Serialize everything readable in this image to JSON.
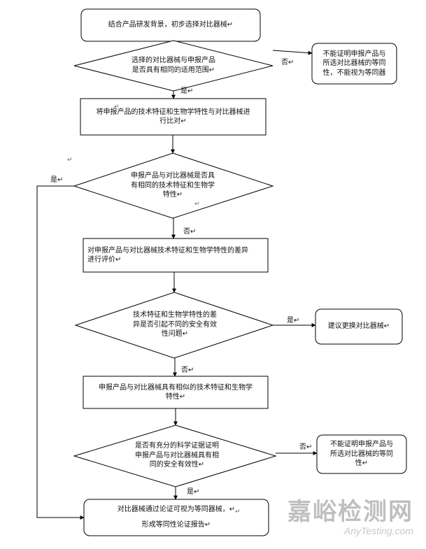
{
  "flowchart": {
    "start": "结合产品研发背景，初步选择对比器械↵",
    "d1": "选择的对比器械与申报产品\n是否具有相同的适用范围↵",
    "d1_no_result": "不能证明申报产品与\n所选对比器械的等同\n性，不能视为等同器",
    "compare": "将申报产品的技术特征和生物学特性与对比器械进\n行比对↵",
    "d2": "申报产品与对比器械是否具\n有相同的技术特征和生物学\n特性↵",
    "evaluate": "对申报产品与对比器械技术特征和生物学特性的差异\n进行评价↵",
    "d3": "技术特征和生物学特性的差\n异是否引起不同的安全有效\n性问题↵",
    "d3_yes_result": "建议更换对比器械↵",
    "similar": "申报产品与对比器械具有相似的技术特征和生物学\n特性↵",
    "d4": "是否有充分的科学证据证明\n申报产品与对比器械具有相\n同的安全有效性↵",
    "d4_no_result": "不能证明申报产品与\n所选对比器械的等同\n性↵",
    "end_line1": "对比器械通过论证可视为等同器械，↵",
    "end_line2": "形成等同性论证报告↵"
  },
  "edge_labels": {
    "d1_no": "否↵",
    "d1_yes": "是↵",
    "d2_yes": "是↵",
    "d2_no": "否↵",
    "d3_yes": "是↵",
    "d3_no": "否↵",
    "d4_no": "否↵",
    "d4_yes": "是↵"
  },
  "stray_marks": [
    "↵",
    "↵",
    "↵",
    "↵"
  ],
  "watermark": {
    "cn": "嘉峪检测网",
    "en": "AnyTesting.com"
  },
  "colors": {
    "line": "#000000",
    "watermark": "#bfbfbf"
  }
}
